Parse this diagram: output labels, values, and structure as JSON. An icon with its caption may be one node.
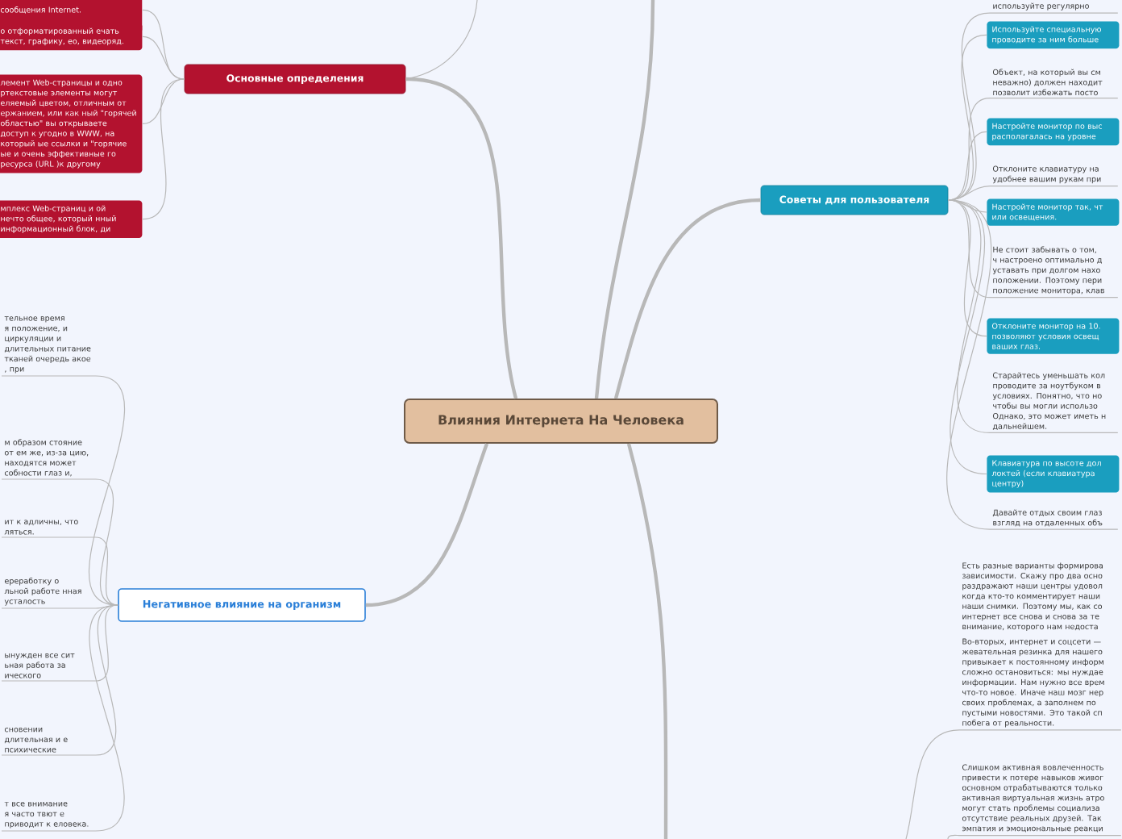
{
  "diagram": {
    "nodes": [
      {
        "text": [
          "Влияния Интернета На Человека"
        ]
      },
      {
        "text": [
          "Основные определения"
        ]
      },
      {
        "text": [
          "Советы для пользователя"
        ]
      },
      {
        "text": [
          "Негативное влияние на организм"
        ]
      },
      {
        "text": [
          "сообщения Internet."
        ]
      },
      {
        "text": [
          "о отформатированный ечать текст, графику, ео, видеоряд."
        ]
      },
      {
        "text": [
          "лемент Web-страницы и одно ртекстовые элементы могут еляемый цветом, отличным от ержанием, или как ный \"горячей областью\" вы открываете доступ к угодно в WWW, на который ые ссылки и \"горячие ые и очень эффективные го ресурса (URL )к другому"
        ]
      },
      {
        "text": [
          "мплекс Web-страниц и ой нечто общее, который нный информационный блок, ди"
        ]
      },
      {
        "text": [
          "тельное время я положение, и циркуляции и длительных питание тканей очередь акое , при"
        ]
      },
      {
        "text": [
          "м образом стояние от ем же, из-за цию, находятся может собности глаз и,"
        ]
      },
      {
        "text": [
          "ит к адличны, что ляться."
        ]
      },
      {
        "text": [
          "ереработку о льной работе нная усталость"
        ]
      },
      {
        "text": [
          "ынужден все сит ьная работа за ического"
        ]
      },
      {
        "text": [
          "сновении длительная и е психические"
        ]
      },
      {
        "text": [
          "т все внимание я часто твют е приводит к еловека."
        ]
      },
      {
        "text": [
          "используйте регулярно"
        ]
      },
      {
        "text": [
          "Используйте специальную проводите за ним больше"
        ]
      },
      {
        "text": [
          "Объект, на который вы см неважно) должен находит позволит избежать посто"
        ]
      },
      {
        "text": [
          "Настройте монитор по выс располагалась на уровне"
        ]
      },
      {
        "text": [
          "Отклоните клавиатуру на удобнее вашим рукам при"
        ]
      },
      {
        "text": [
          "Настройте монитор так, чт или освещения."
        ]
      },
      {
        "text": [
          "Не стоит забывать о том, ч настроено оптимально д уставать при долгом нахо положении. Поэтому пери положение монитора, клав"
        ]
      },
      {
        "text": [
          "Отклоните монитор на 10. позволяют условия освещ ваших глаз."
        ]
      },
      {
        "text": [
          "Старайтесь уменьшать кол проводите за ноутбуком в условиях. Понятно, что но чтобы вы могли использо Однако, это может иметь н дальнейшем."
        ]
      },
      {
        "text": [
          "Клавиатура по высоте дол локтей (если клавиатура центру)"
        ]
      },
      {
        "text": [
          "Давайте отдых своим глаз взгляд на отдаленных объ"
        ]
      },
      {
        "text": [
          "Есть разные варианты формирова зависимости. Скажу про два осно раздражают наши центры удовол когда кто-то комментирует наши наши снимки. Поэтому мы, как со интернет все снова и снова за те внимание, которого нам недоста",
          "Во-вторых, интернет и соцсети — жевательная резинка для нашего привыкает к постоянному информ сложно остановиться: мы нуждае информации. Нам нужно все врем что-то новое. Иначе наш мозг нер своих проблемах, а заполнем по пустыми новостями. Это такой сп побега от реальности."
        ]
      },
      {
        "text": [
          "Слишком активная вовлеченность привести к потере навыков живог основном отрабатываются только активная виртуальная жизнь атро могут стать проблемы социализа отсутствие реальных друзей. Так эмпатия и эмоциональные реакци"
        ]
      }
    ],
    "edges": [
      {
        "from": 0,
        "to": 1,
        "arrow": "none",
        "style": "thick"
      },
      {
        "from": 0,
        "to": 2,
        "arrow": "none",
        "style": "thick"
      },
      {
        "from": 0,
        "to": 3,
        "arrow": "none",
        "style": "thick"
      },
      {
        "from": 0,
        "to": null,
        "arrow": "none",
        "style": "thick"
      },
      {
        "from": 0,
        "to": null,
        "arrow": "none",
        "style": "thick"
      },
      {
        "from": 1,
        "to": null,
        "arrow": "none"
      },
      {
        "from": 1,
        "to": 4,
        "arrow": "none"
      },
      {
        "from": 1,
        "to": 5,
        "arrow": "none"
      },
      {
        "from": 1,
        "to": 6,
        "arrow": "none"
      },
      {
        "from": 1,
        "to": 7,
        "arrow": "none"
      },
      {
        "from": 3,
        "to": 8,
        "arrow": "none"
      },
      {
        "from": 3,
        "to": 9,
        "arrow": "none"
      },
      {
        "from": 3,
        "to": 10,
        "arrow": "none"
      },
      {
        "from": 3,
        "to": 11,
        "arrow": "none"
      },
      {
        "from": 3,
        "to": 12,
        "arrow": "none"
      },
      {
        "from": 3,
        "to": 13,
        "arrow": "none"
      },
      {
        "from": 3,
        "to": 14,
        "arrow": "none"
      },
      {
        "from": 2,
        "to": 15,
        "arrow": "none"
      },
      {
        "from": 2,
        "to": 16,
        "arrow": "none"
      },
      {
        "from": 2,
        "to": 17,
        "arrow": "none"
      },
      {
        "from": 2,
        "to": 18,
        "arrow": "none"
      },
      {
        "from": 2,
        "to": 19,
        "arrow": "none"
      },
      {
        "from": 2,
        "to": 20,
        "arrow": "none"
      },
      {
        "from": 2,
        "to": 21,
        "arrow": "none"
      },
      {
        "from": 2,
        "to": 22,
        "arrow": "none"
      },
      {
        "from": 2,
        "to": 23,
        "arrow": "none"
      },
      {
        "from": 2,
        "to": 24,
        "arrow": "none"
      },
      {
        "from": 2,
        "to": 25,
        "arrow": "none"
      },
      {
        "from": null,
        "to": 26,
        "arrow": "none"
      },
      {
        "from": null,
        "to": 27,
        "arrow": "none"
      }
    ]
  }
}
